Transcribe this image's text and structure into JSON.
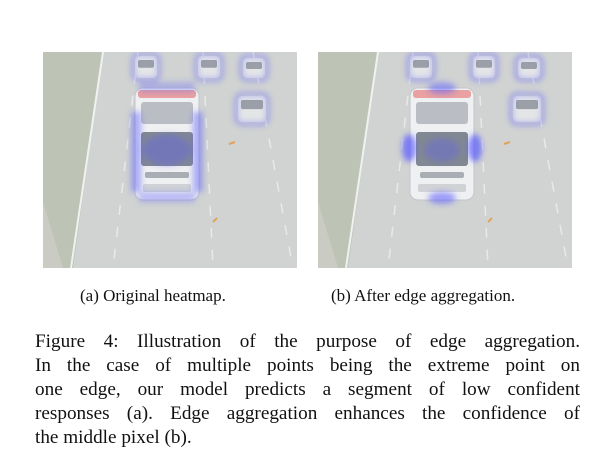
{
  "figure": {
    "panels": [
      {
        "id": "a",
        "caption": "(a) Original heatmap.",
        "style": "original"
      },
      {
        "id": "b",
        "caption": "(b) After edge aggregation.",
        "style": "aggregated"
      }
    ],
    "caption_lines": [
      "Figure 4: Illustration of the purpose of edge aggregation.",
      "In the case of multiple points being the extreme point on",
      "one edge, our model predicts a segment of low confident",
      "responses (a). Edge aggregation enhances the confidence of",
      "the middle pixel (b)."
    ],
    "colors": {
      "road": "#c9cccb",
      "grass": "#aeb59f",
      "heat": "#3b3bff"
    }
  }
}
